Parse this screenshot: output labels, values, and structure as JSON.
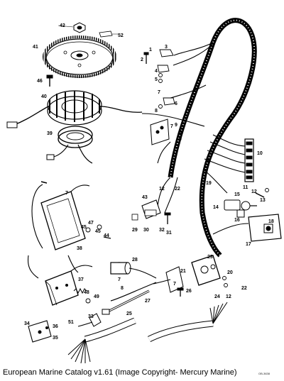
{
  "caption": "European Marine Catalog v1.61 (Image Copyright- Mercury Marine)",
  "drawing_number": "OB-3638",
  "callouts": {
    "n1": "1",
    "n2": "2",
    "n3": "3",
    "n4": "4",
    "n5": "5",
    "n6": "6",
    "n7": "7",
    "n8": "8",
    "n9": "9",
    "n10": "10",
    "n11": "11",
    "n12": "12",
    "n13": "13",
    "n14": "14",
    "n15": "15",
    "n16": "16",
    "n17": "17",
    "n18": "18",
    "n19": "19",
    "n20": "20",
    "n21": "21",
    "n22": "22",
    "n23": "23",
    "n24": "24",
    "n25": "25",
    "n26": "26",
    "n27": "27",
    "n28": "28",
    "n29": "29",
    "n30": "30",
    "n31": "31",
    "n32": "32",
    "n33": "33",
    "n34": "34",
    "n35": "35",
    "n36": "36",
    "n37": "37",
    "n38": "38",
    "n39": "39",
    "n40": "40",
    "n41": "41",
    "n42": "42",
    "n43": "43",
    "n44": "44",
    "n45": "45",
    "n46": "46",
    "n47": "47",
    "n48": "48",
    "n49": "49",
    "n51": "51",
    "n52": "52"
  }
}
